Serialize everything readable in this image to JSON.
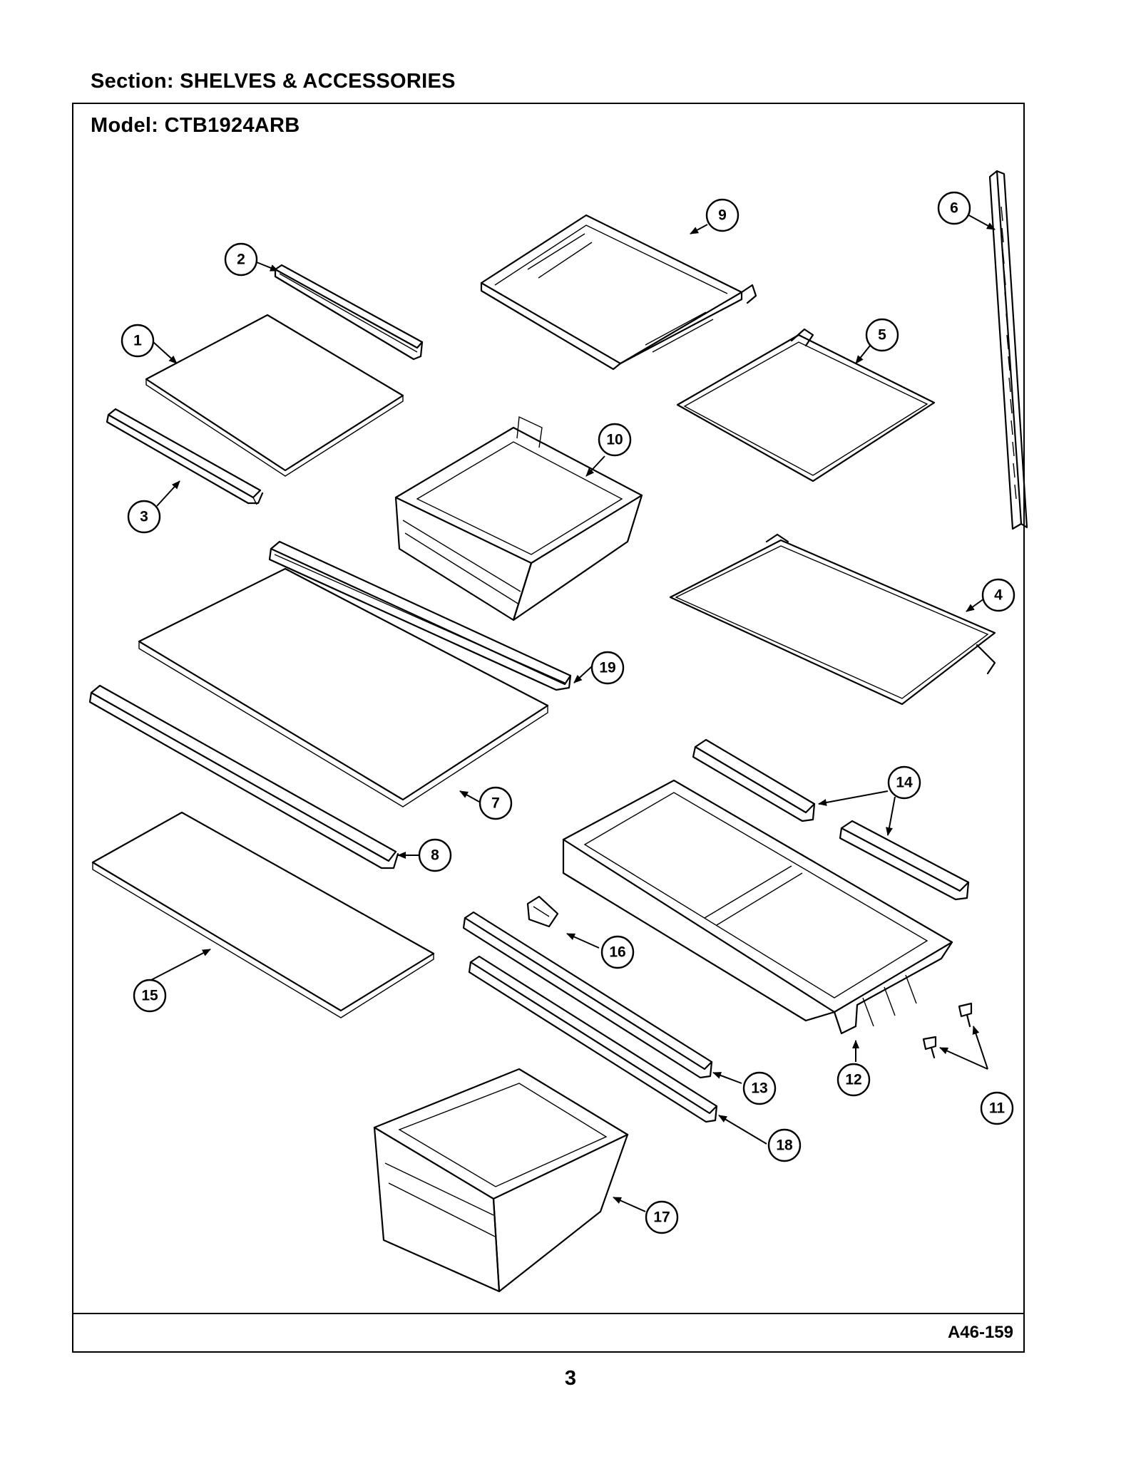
{
  "header": {
    "section_title": "Section:  SHELVES & ACCESSORIES",
    "model_title": "Model:  CTB1924ARB"
  },
  "footer": {
    "diagram_code": "A46-159",
    "page_number": "3"
  },
  "callouts": [
    {
      "id": "1",
      "label": "1"
    },
    {
      "id": "2",
      "label": "2"
    },
    {
      "id": "3",
      "label": "3"
    },
    {
      "id": "4",
      "label": "4"
    },
    {
      "id": "5",
      "label": "5"
    },
    {
      "id": "6",
      "label": "6"
    },
    {
      "id": "7",
      "label": "7"
    },
    {
      "id": "8",
      "label": "8"
    },
    {
      "id": "9",
      "label": "9"
    },
    {
      "id": "10",
      "label": "10"
    },
    {
      "id": "11",
      "label": "11"
    },
    {
      "id": "12",
      "label": "12"
    },
    {
      "id": "13",
      "label": "13"
    },
    {
      "id": "14",
      "label": "14"
    },
    {
      "id": "15",
      "label": "15"
    },
    {
      "id": "16",
      "label": "16"
    },
    {
      "id": "17",
      "label": "17"
    },
    {
      "id": "18",
      "label": "18"
    },
    {
      "id": "19",
      "label": "19"
    }
  ]
}
